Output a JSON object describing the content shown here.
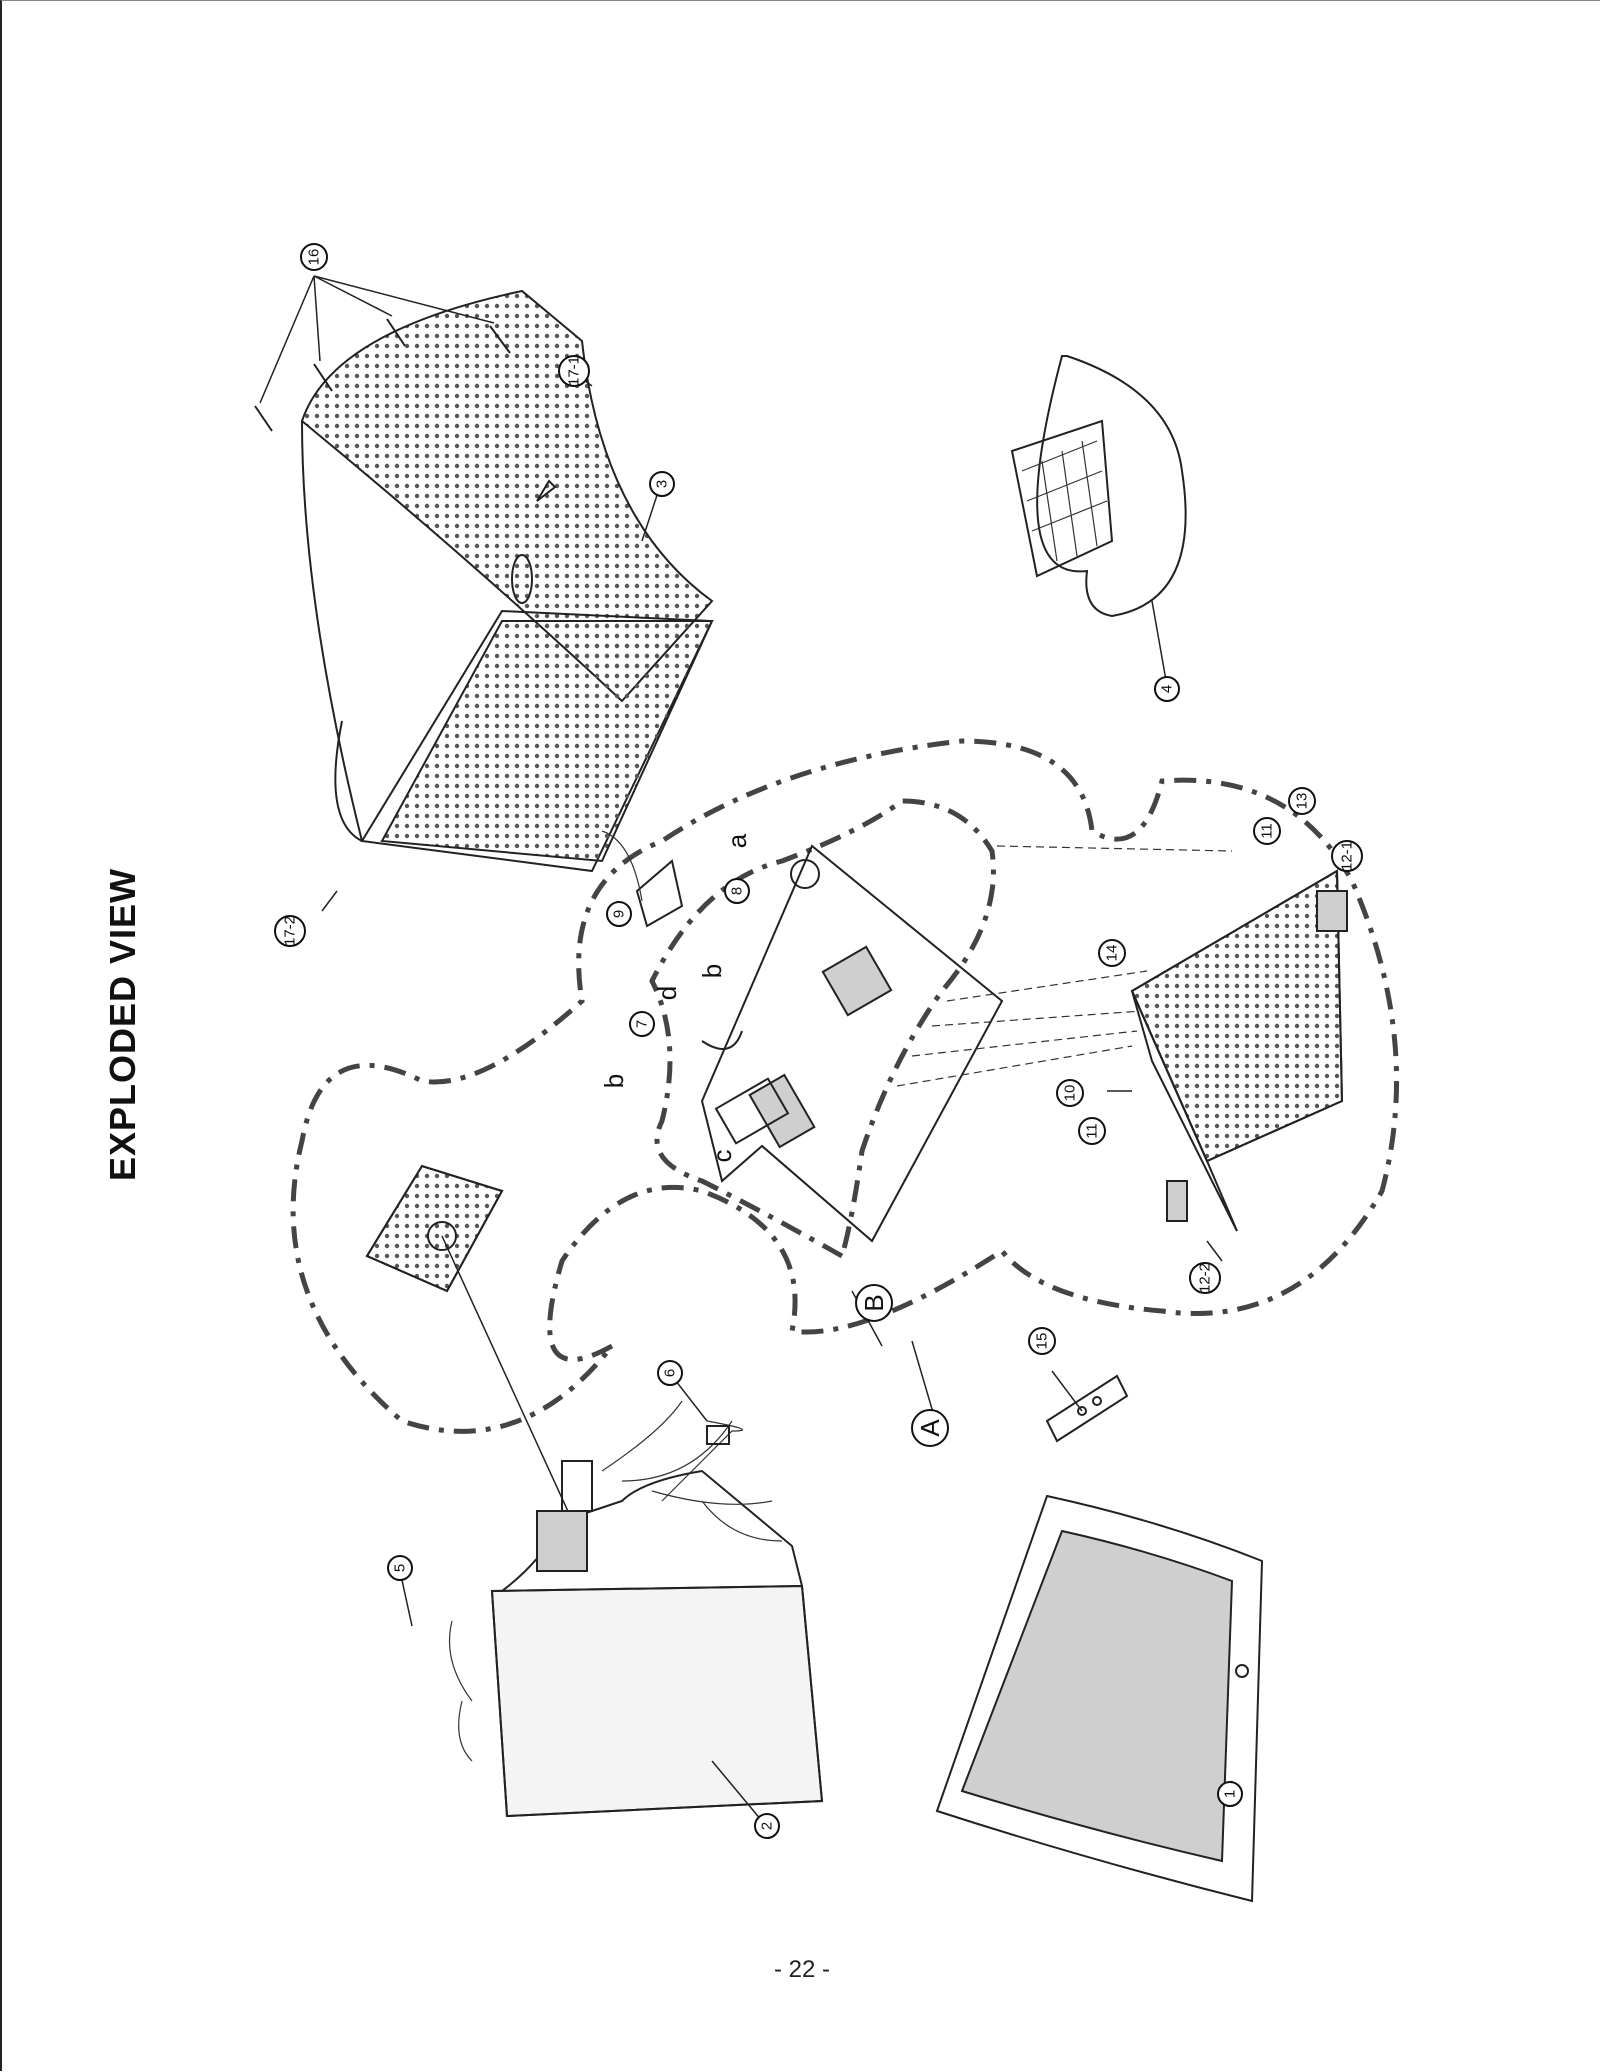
{
  "title": "EXPLODED VIEW",
  "page_number": "- 22 -",
  "callouts": {
    "c1": "1",
    "c2": "2",
    "c3": "3",
    "c4": "4",
    "c5": "5",
    "c6": "6",
    "c7": "7",
    "c8": "8",
    "c9": "9",
    "c10": "10",
    "c11a": "11",
    "c11b": "11",
    "c12_1": "12-1",
    "c12_2": "12-2",
    "c13": "13",
    "c14": "14",
    "c15": "15",
    "c16": "16",
    "c17_1": "17-1",
    "c17_2": "17-2",
    "a": "a",
    "b1": "b",
    "b2": "b",
    "c": "c",
    "d": "d",
    "A": "A",
    "B": "B"
  }
}
